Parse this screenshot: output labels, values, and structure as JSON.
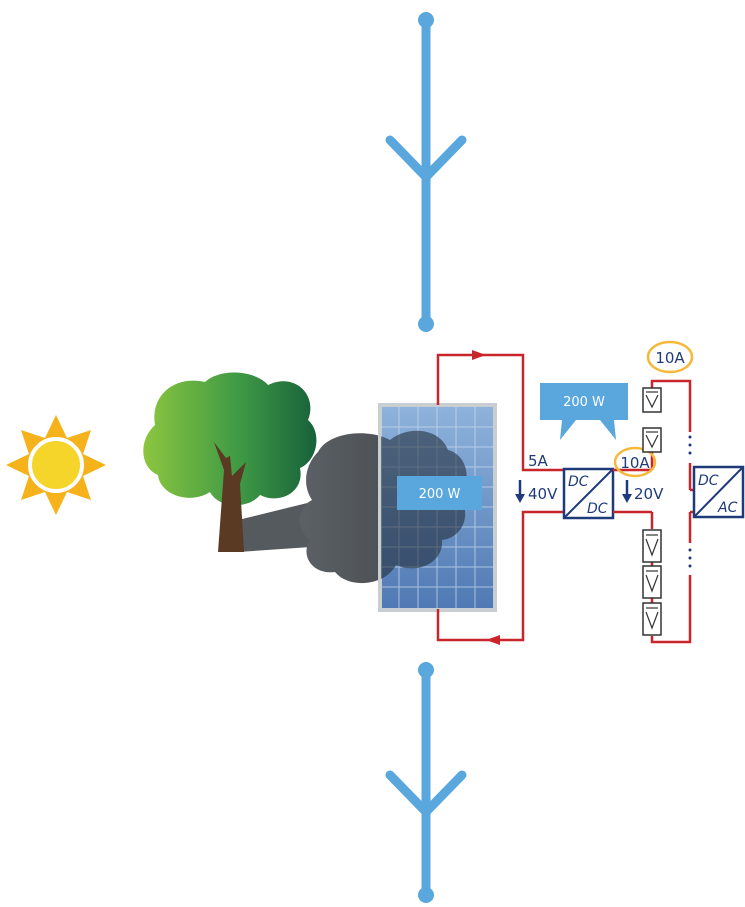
{
  "panel": {
    "power_label": "200 W"
  },
  "callout": {
    "power_label": "200 W"
  },
  "optimizer": {
    "input_current": "5A",
    "input_voltage": "40V",
    "output_current": "10A",
    "output_voltage": "20V",
    "top": "DC",
    "bottom": "DC"
  },
  "string": {
    "current": "10A"
  },
  "inverter": {
    "top": "DC",
    "bottom": "AC"
  },
  "colors": {
    "flow": "#5aa7de",
    "wire": "#c8262a",
    "converter": "#1f3a7a",
    "highlight": "#f5b93a",
    "callout": "#5aa7de",
    "tree_dark": "#1e6b3a",
    "tree_light": "#7cc243",
    "trunk": "#5a3a22",
    "shadow": "#555a5e",
    "sun": "#f5c518"
  },
  "icons": [
    "sun-icon",
    "tree-icon",
    "solar-panel-icon",
    "flow-arrow-icon",
    "dc-dc-converter-icon",
    "dc-ac-inverter-icon",
    "module-icon"
  ]
}
